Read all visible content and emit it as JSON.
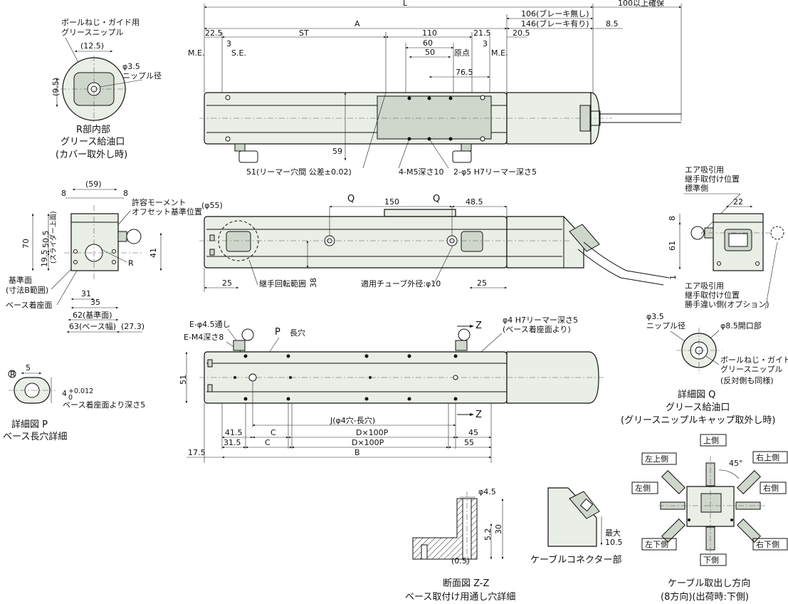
{
  "dims": {
    "L": "L",
    "A": "A",
    "ST": "ST",
    "d110": "110",
    "d106": "106(ブレーキ無し)",
    "d146": "146(ブレーキ有り)",
    "d100": "100以上確保",
    "d22_5": "22.5",
    "d3a": "3",
    "d3b": "3",
    "d60": "60",
    "d50": "50",
    "d76_5": "76.5",
    "d21_5": "21.5",
    "d20_5": "20.5",
    "d8_5": "8.5",
    "ME1": "M.E.",
    "SE": "S.E.",
    "genten": "原点",
    "ME2": "M.E.",
    "d59": "59",
    "reamer51": "51(リーマー穴間 公差±0.02)",
    "m5": "4-M5深さ10",
    "phi5": "2-φ5 H7リーマー深さ5",
    "Q1": "Q",
    "Q2": "Q",
    "d150": "150",
    "d48_5": "48.5",
    "phi55": "(φ55)",
    "d25a": "25",
    "d38": "38",
    "joint_range": "継手回転範囲",
    "tube": "適用チューブ外径:φ10",
    "d25b": "25",
    "e45": "E-φ4.5通し",
    "em4": "E-M4深さ8",
    "P": "P",
    "nagaana": "長穴",
    "phi4": "φ4 H7リーマー深さ5",
    "phi4b": "(ベース着座面より)",
    "Z1": "Z",
    "Z2": "Z",
    "d51": "51",
    "J": "J(φ4穴-長穴)",
    "d41_5": "41.5",
    "C1": "C",
    "DP1": "D×100P",
    "d45": "45",
    "d31_5": "31.5",
    "C2": "C",
    "DP2": "D×100P",
    "d55": "55",
    "d17_5": "17.5",
    "B": "B"
  },
  "detailR": {
    "title1": "R部内部",
    "title2": "グリース給油口",
    "title3": "(カバー取外し時)",
    "label1": "ボールねじ・ガイド用",
    "label2": "グリースニップル",
    "d12_5": "(12.5)",
    "d9_5": "(9.5)",
    "phi3_5": "φ3.5",
    "nipple": "ニップル径"
  },
  "endview": {
    "d8a": "8",
    "d59": "(59)",
    "d8b": "8",
    "moment1": "許容モーメント",
    "moment2": "オフセット基準位置",
    "d70": "70",
    "slider": "(スライダー上面)",
    "d50_5": "50.5",
    "d19_5": "19.5",
    "d41": "41",
    "R": "R",
    "kijun1": "基準面",
    "kijun2": "(寸法B範囲)",
    "base": "ベース着座面",
    "d31": "31",
    "d35": "35",
    "d62": "62(基準面)",
    "d63": "63(ベース幅)",
    "d27_3": "(27.3)"
  },
  "detailP": {
    "R": "R",
    "d5": "5",
    "d4": "4",
    "tol": "+0.012",
    "tol0": "0",
    "depth": "ベース着座面より深さ5",
    "title1": "詳細図 P",
    "title2": "ベース長穴詳細"
  },
  "airview": {
    "l1": "エア吸引用",
    "l2": "継手取付け位置",
    "l3": "標準側",
    "d22": "22",
    "d8": "8",
    "d61": "61",
    "d1": "1",
    "l4": "エア吸引用",
    "l5": "継手取付け位置",
    "l6": "勝手違い側(オプション)"
  },
  "detailQ": {
    "phi3_5": "φ3.5",
    "nipple": "ニップル径",
    "phi8_5": "φ8.5開口部",
    "n1": "ボールねじ・ガイド用",
    "n2": "グリースニップル",
    "n3": "(反対側も同様)",
    "title1": "詳細図 Q",
    "title2": "グリース給油口",
    "title3": "(グリースニップルキャップ取外し時)"
  },
  "section": {
    "phi4_5": "φ4.5",
    "d5_2": "5.2",
    "d30": "30",
    "d0_5": "(0.5)",
    "title1": "断面図 Z-Z",
    "title2": "ベース取付け用通し穴詳細"
  },
  "connector": {
    "max": "最大",
    "d10_5": "10.5",
    "title": "ケーブルコネクター部"
  },
  "cable": {
    "up": "上側",
    "upleft": "左上側",
    "upright": "右上側",
    "left": "左側",
    "right": "右側",
    "downleft": "左下側",
    "downright": "右下側",
    "down": "下側",
    "deg45": "45°",
    "title1": "ケーブル取出し方向",
    "title2": "(8方向)(出荷時:下側)"
  }
}
